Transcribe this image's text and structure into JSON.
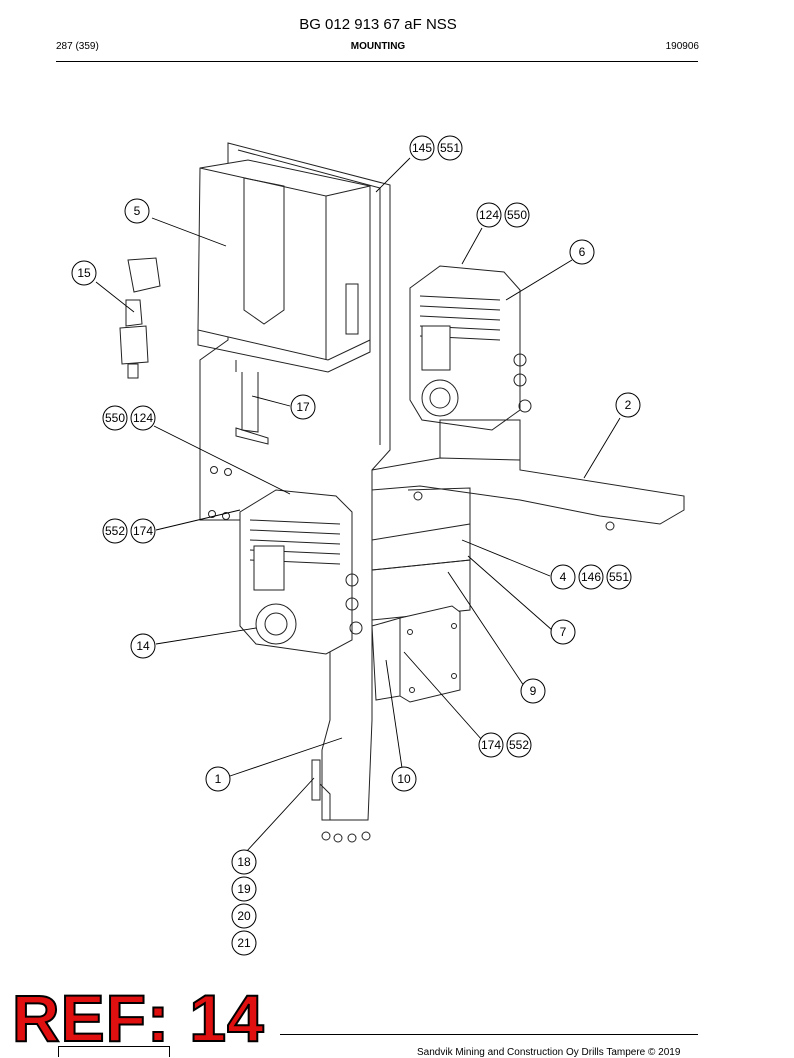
{
  "header": {
    "doc_title": "BG 012 913 67 aF NSS",
    "page": "287 (359)",
    "section": "MOUNTING",
    "code": "190906"
  },
  "stamp": {
    "ref": "REF: 14"
  },
  "footer": {
    "copyright": "Sandvik Mining and Construction Oy Drills Tampere © 2019"
  },
  "callouts": [
    "145",
    "551",
    "5",
    "124",
    "550",
    "6",
    "15",
    "17",
    "2",
    "550",
    "124",
    "552",
    "174",
    "4",
    "146",
    "551",
    "7",
    "14",
    "9",
    "174",
    "552",
    "1",
    "10",
    "18",
    "19",
    "20",
    "21"
  ]
}
